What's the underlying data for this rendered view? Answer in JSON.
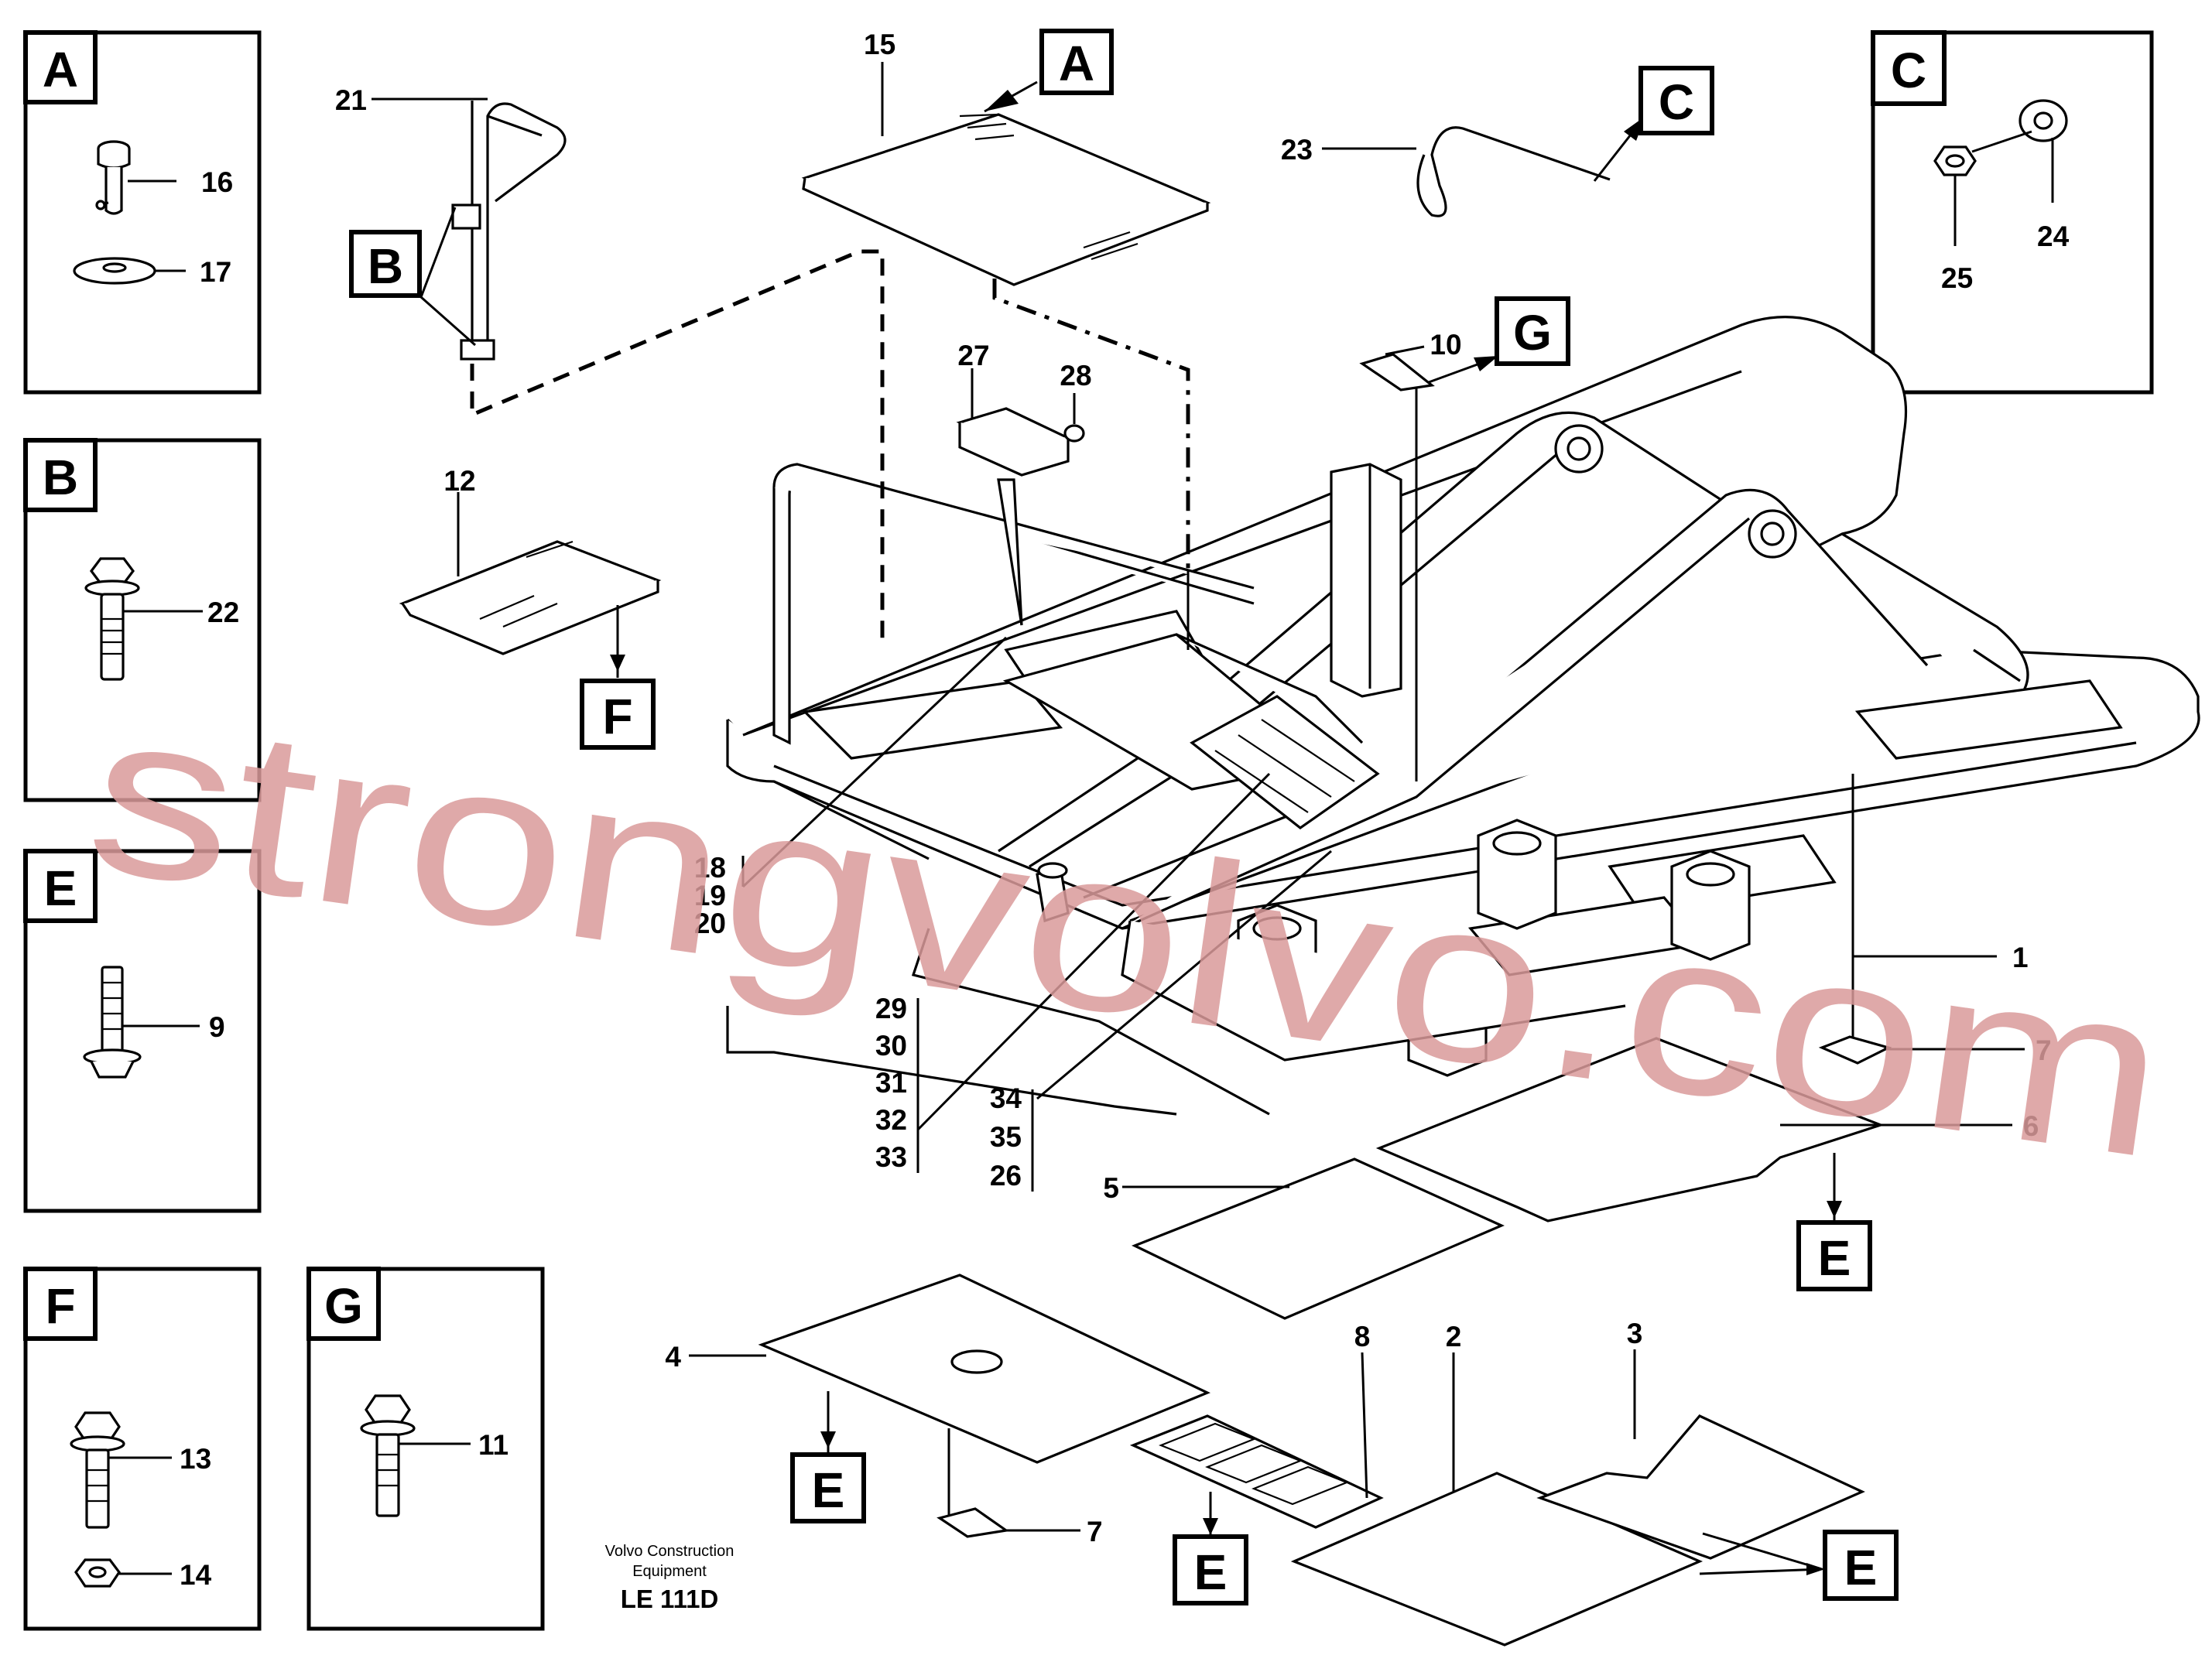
{
  "detail_panels": [
    {
      "letter": "A",
      "callouts": [
        "16",
        "17"
      ]
    },
    {
      "letter": "B",
      "callouts": [
        "22"
      ]
    },
    {
      "letter": "E",
      "callouts": [
        "9"
      ]
    },
    {
      "letter": "F",
      "callouts": [
        "13",
        "14"
      ]
    },
    {
      "letter": "G",
      "callouts": [
        "11"
      ]
    },
    {
      "letter": "C",
      "callouts": [
        "24",
        "25"
      ]
    }
  ],
  "callouts": [
    "1",
    "2",
    "3",
    "4",
    "5",
    "6",
    "7",
    "7",
    "8",
    "10",
    "12",
    "15",
    "21",
    "23",
    "27",
    "28",
    "18",
    "19",
    "20",
    "29",
    "30",
    "31",
    "32",
    "33",
    "34",
    "35",
    "26"
  ],
  "reference_letters": [
    "A",
    "B",
    "C",
    "G",
    "F",
    "E",
    "E",
    "E",
    "E"
  ],
  "caption": {
    "line1": "Volvo Construction",
    "line2": "Equipment",
    "code": "LE 111D"
  },
  "watermark": "strongvolvo.com",
  "colors": {
    "ink": "#000000",
    "watermark": "#d99a9a",
    "background": "#ffffff"
  }
}
